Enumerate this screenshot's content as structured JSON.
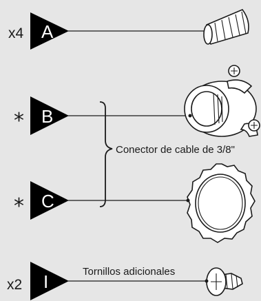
{
  "parts": [
    {
      "id": "A",
      "quantity": "x4",
      "icon": "wire-nut-icon"
    },
    {
      "id": "B",
      "quantity": "*",
      "icon": "cable-connector-body-icon"
    },
    {
      "id": "C",
      "quantity": "*",
      "icon": "locknut-ring-icon"
    },
    {
      "id": "I",
      "quantity": "x2",
      "icon": "screw-icon"
    }
  ],
  "bracket_label": "Conector de cable de 3/8\"",
  "screw_label": "Tornillos adicionales"
}
